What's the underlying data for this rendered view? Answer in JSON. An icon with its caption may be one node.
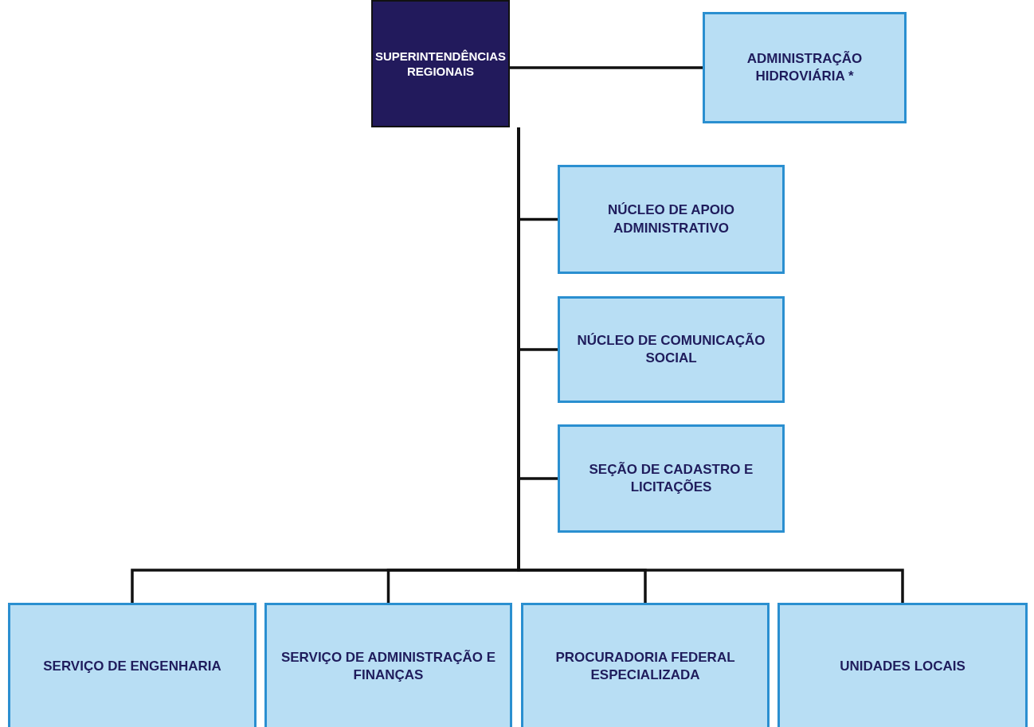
{
  "diagram": {
    "nodes": [
      {
        "text": [
          "SUPERINTENDÊNCIAS REGIONAIS"
        ]
      },
      {
        "text": [
          "ADMINISTRAÇÃO HIDROVIÁRIA *"
        ]
      },
      {
        "text": [
          "NÚCLEO DE APOIO ADMINISTRATIVO"
        ]
      },
      {
        "text": [
          "NÚCLEO DE COMUNICAÇÃO SOCIAL"
        ]
      },
      {
        "text": [
          "SEÇÃO DE CADASTRO E LICITAÇÕES"
        ]
      },
      {
        "text": [
          "SERVIÇO DE ENGENHARIA"
        ]
      },
      {
        "text": [
          "SERVIÇO DE ADMINISTRAÇÃO E FINANÇAS"
        ]
      },
      {
        "text": [
          "PROCURADORIA FEDERAL ESPECIALIZADA"
        ]
      },
      {
        "text": [
          "UNIDADES LOCAIS"
        ]
      }
    ],
    "edges": [
      {
        "from": 0,
        "to": 1,
        "arrow": "none"
      },
      {
        "from": 0,
        "to": 2,
        "arrow": "none"
      },
      {
        "from": 0,
        "to": 3,
        "arrow": "none"
      },
      {
        "from": 0,
        "to": 4,
        "arrow": "none"
      },
      {
        "from": 0,
        "to": 5,
        "arrow": "none"
      },
      {
        "from": 0,
        "to": 6,
        "arrow": "none"
      },
      {
        "from": 0,
        "to": 7,
        "arrow": "none"
      },
      {
        "from": 0,
        "to": 8,
        "arrow": "none"
      }
    ]
  }
}
